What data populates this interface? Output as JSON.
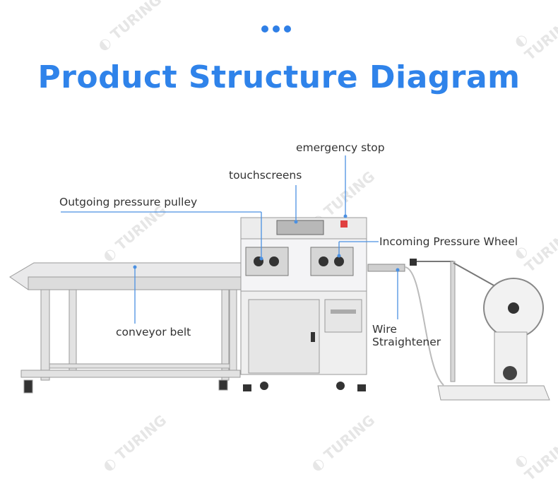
{
  "title": "Product Structure Diagram",
  "labels": {
    "emergency_stop": "emergency stop",
    "touchscreens": "touchscreens",
    "outgoing_pulley": "Outgoing pressure pulley",
    "incoming_wheel": "Incoming Pressure Wheel",
    "conveyor_belt": "conveyor belt",
    "wire_straightener_line1": "Wire",
    "wire_straightener_line2": "Straightener"
  },
  "watermark": "TURING",
  "colors": {
    "accent": "#2f83ea",
    "leader": "#4a90e2"
  }
}
